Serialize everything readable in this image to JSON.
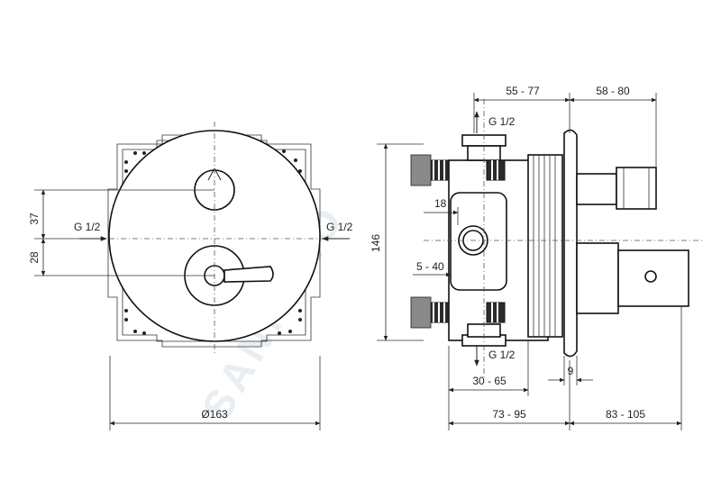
{
  "watermark": "SANITINO",
  "front_view": {
    "dim_upper": "37",
    "dim_lower": "28",
    "inlet_left": "G 1/2",
    "inlet_right": "G 1/2",
    "diameter": "Ø163"
  },
  "side_view": {
    "dim_height": "146",
    "dim_top_left": "55 - 77",
    "dim_top_right": "58 - 80",
    "pipe_top": "G 1/2",
    "pipe_bottom": "G 1/2",
    "dim_hole": "18",
    "dim_offset": "5 - 40",
    "dim_depth": "30 - 65",
    "dim_plate": "9",
    "dim_bottom_left": "73 - 95",
    "dim_bottom_right": "83 - 105"
  },
  "colors": {
    "line": "#222222",
    "fill": "#2b2b2b",
    "watermark": "#e9eef2"
  }
}
